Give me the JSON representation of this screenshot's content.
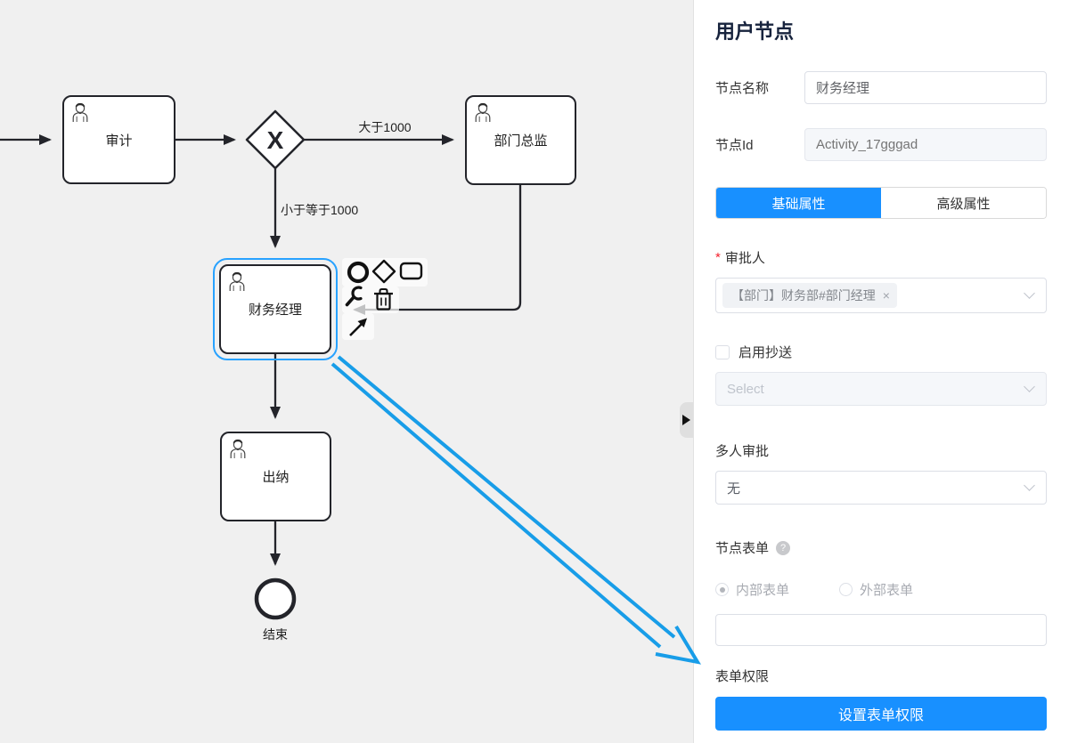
{
  "panel": {
    "title": "用户节点",
    "node_name": {
      "label": "节点名称",
      "value": "财务经理"
    },
    "node_id": {
      "label": "节点Id",
      "value": "Activity_17gggad"
    },
    "tabs": [
      {
        "label": "基础属性",
        "active": true
      },
      {
        "label": "高级属性",
        "active": false
      }
    ],
    "approver": {
      "label": "审批人",
      "required_mark": "*",
      "tag": "【部门】财务部#部门经理",
      "remove_icon": "×"
    },
    "cc": {
      "checkbox_label": "启用抄送",
      "checked": false,
      "select_placeholder": "Select"
    },
    "multi_approve": {
      "label": "多人审批",
      "value": "无"
    },
    "node_form": {
      "label": "节点表单",
      "help_icon": "?",
      "radios": [
        {
          "label": "内部表单",
          "selected": true
        },
        {
          "label": "外部表单",
          "selected": false
        }
      ],
      "input_value": ""
    },
    "form_permission": {
      "label": "表单权限",
      "button_label": "设置表单权限"
    }
  },
  "diagram": {
    "nodes": [
      {
        "id": "audit",
        "label": "审计"
      },
      {
        "id": "dept-director",
        "label": "部门总监"
      },
      {
        "id": "finance-manager",
        "label": "财务经理",
        "selected": true
      },
      {
        "id": "cashier",
        "label": "出纳"
      },
      {
        "id": "end-event",
        "label": "结束"
      }
    ],
    "gateway": {
      "type": "exclusive",
      "symbol": "X"
    },
    "edge_labels": [
      {
        "text": "大于1000"
      },
      {
        "text": "小于等于1000"
      }
    ]
  },
  "colors": {
    "accent": "#1890ff",
    "selection_outline": "#28a2ff",
    "annotation_arrow": "#189de8",
    "canvas_bg": "#f0f0f0",
    "node_border": "#23242a"
  }
}
